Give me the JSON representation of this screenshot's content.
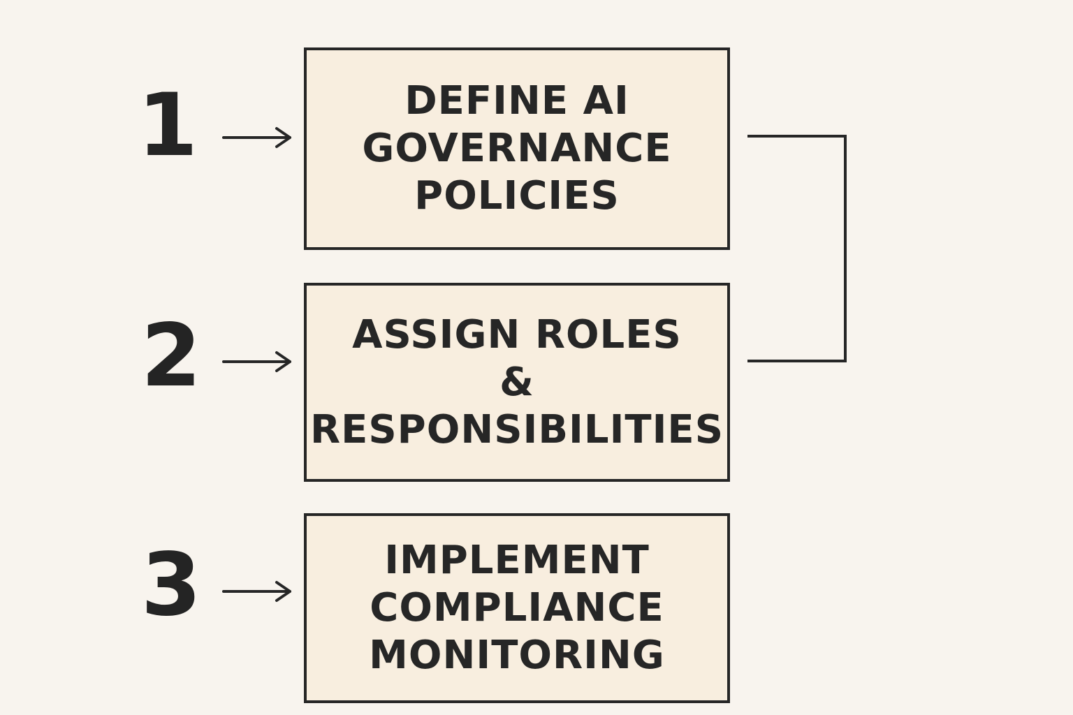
{
  "diagram": {
    "steps": [
      {
        "number": "1",
        "lines": [
          "DEFINE AI",
          "GOVERNANCE",
          "POLICIES"
        ]
      },
      {
        "number": "2",
        "lines": [
          "ASSIGN ROLES",
          "&",
          "RESPONSIBILITIES"
        ]
      },
      {
        "number": "3",
        "lines": [
          "IMPLEMENT",
          "COMPLIANCE",
          "MONITORING"
        ]
      }
    ]
  },
  "colors": {
    "background": "#f8f4ee",
    "box_fill": "#f8eedf",
    "stroke": "#262626"
  }
}
